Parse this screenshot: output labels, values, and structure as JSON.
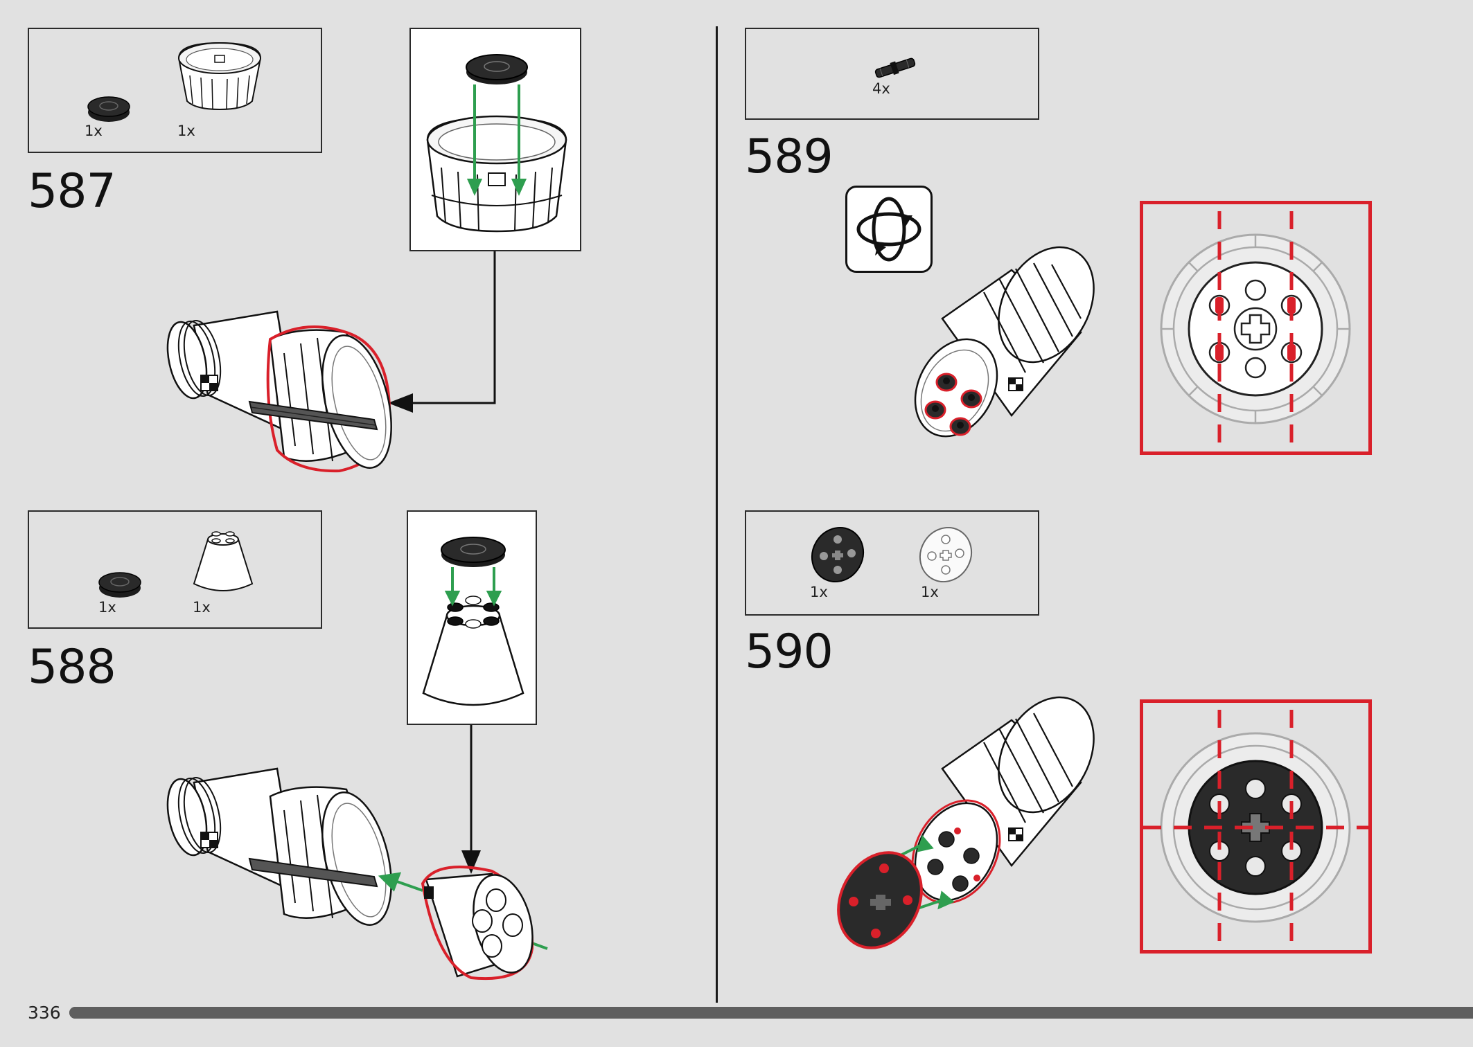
{
  "page": {
    "number": "336",
    "progress": 1.0
  },
  "steps": [
    {
      "number": "587",
      "parts": [
        {
          "qty": "1x",
          "name": "tile-round-black-icon"
        },
        {
          "qty": "1x",
          "name": "barrel-half-white-icon"
        }
      ]
    },
    {
      "number": "588",
      "parts": [
        {
          "qty": "1x",
          "name": "tile-round-black-icon"
        },
        {
          "qty": "1x",
          "name": "cone-white-icon"
        }
      ]
    },
    {
      "number": "589",
      "parts": [
        {
          "qty": "4x",
          "name": "technic-pin-black-icon"
        }
      ]
    },
    {
      "number": "590",
      "parts": [
        {
          "qty": "1x",
          "name": "technic-wheel-black-icon"
        },
        {
          "qty": "1x",
          "name": "technic-wheel-white-icon"
        }
      ]
    }
  ],
  "colors": {
    "background": "#e1e1e1",
    "highlight": "#d9202a",
    "arrow_green": "#2e9e4f",
    "ink": "#111111"
  },
  "icons": {
    "rotate": "rotate-model-icon"
  }
}
